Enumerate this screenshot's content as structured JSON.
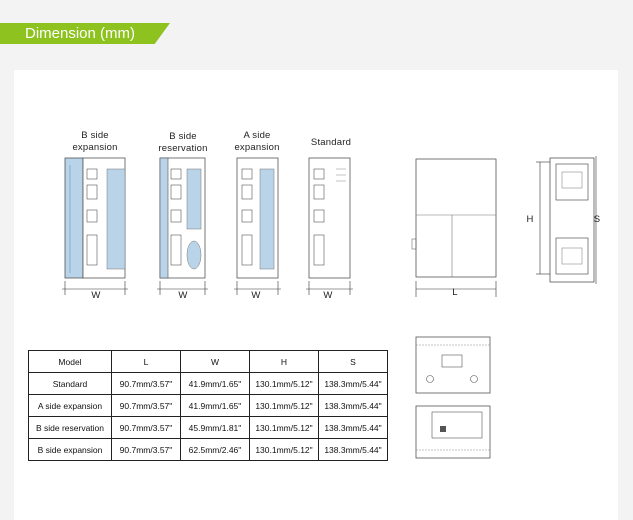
{
  "header": {
    "title": "Dimension (mm)"
  },
  "colors": {
    "accent": "#8dc21f",
    "highlight": "#8fb4d3"
  },
  "devices": [
    {
      "label_line1": "B side",
      "label_line2": "expansion",
      "dim_label": "W"
    },
    {
      "label_line1": "B side",
      "label_line2": "reservation",
      "dim_label": "W"
    },
    {
      "label_line1": "A side",
      "label_line2": "expansion",
      "dim_label": "W"
    },
    {
      "label_line1": "Standard",
      "label_line2": "",
      "dim_label": "W"
    }
  ],
  "side_view": {
    "dim_label": "L"
  },
  "rail_view": {
    "h_label": "H",
    "s_label": "S"
  },
  "table": {
    "headers": [
      "Model",
      "L",
      "W",
      "H",
      "S"
    ],
    "rows": [
      [
        "Standard",
        "90.7mm/3.57\"",
        "41.9mm/1.65\"",
        "130.1mm/5.12\"",
        "138.3mm/5.44\""
      ],
      [
        "A side expansion",
        "90.7mm/3.57\"",
        "41.9mm/1.65\"",
        "130.1mm/5.12\"",
        "138.3mm/5.44\""
      ],
      [
        "B side reservation",
        "90.7mm/3.57\"",
        "45.9mm/1.81\"",
        "130.1mm/5.12\"",
        "138.3mm/5.44\""
      ],
      [
        "B side expansion",
        "90.7mm/3.57\"",
        "62.5mm/2.46\"",
        "130.1mm/5.12\"",
        "138.3mm/5.44\""
      ]
    ]
  }
}
